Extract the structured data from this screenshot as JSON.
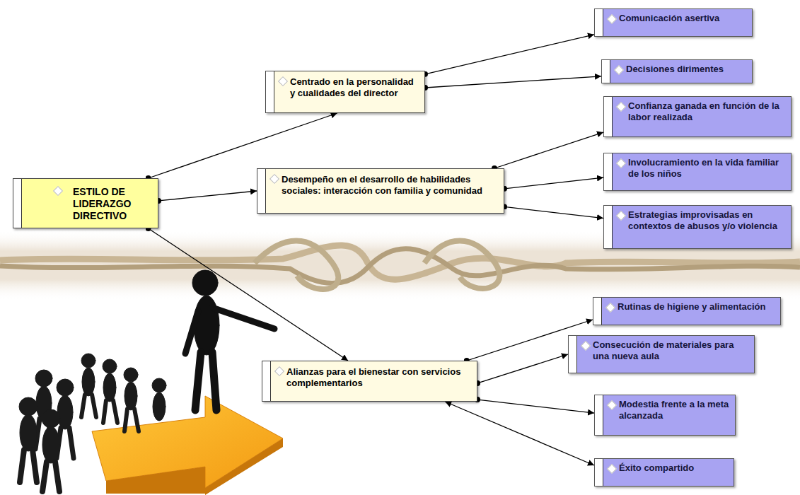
{
  "diagram": {
    "nodes": [
      {
        "text": [
          "ESTILO DE LIDERAZGO DIRECTIVO"
        ]
      },
      {
        "text": [
          "Centrado en la personalidad y cualidades del director"
        ]
      },
      {
        "text": [
          "Comunicación asertiva"
        ]
      },
      {
        "text": [
          "Decisiones dirimentes"
        ]
      },
      {
        "text": [
          "Desempeño en el desarrollo de habilidades sociales: interacción con familia y comunidad"
        ]
      },
      {
        "text": [
          "Confianza ganada en función de la labor realizada"
        ]
      },
      {
        "text": [
          "Involucramiento en la vida familiar de los niños"
        ]
      },
      {
        "text": [
          "Estrategias improvisadas en contextos de abusos y/o violencia"
        ]
      },
      {
        "text": [
          "Alianzas para el bienestar con servicios complementarios"
        ]
      },
      {
        "text": [
          "Rutinas de higiene y alimentación"
        ]
      },
      {
        "text": [
          "Consecución de materiales para una nueva aula"
        ]
      },
      {
        "text": [
          "Modestia frente a la meta alcanzada"
        ]
      },
      {
        "text": [
          "Éxito compartido"
        ]
      }
    ],
    "edges": [
      {
        "from": 0,
        "to": 1,
        "arrow": "to"
      },
      {
        "from": 0,
        "to": 4,
        "arrow": "to"
      },
      {
        "from": 0,
        "to": 8,
        "arrow": "to"
      },
      {
        "from": 1,
        "to": 2,
        "arrow": "to"
      },
      {
        "from": 1,
        "to": 3,
        "arrow": "to"
      },
      {
        "from": 4,
        "to": 5,
        "arrow": "to"
      },
      {
        "from": 4,
        "to": 6,
        "arrow": "to"
      },
      {
        "from": 4,
        "to": 7,
        "arrow": "to"
      },
      {
        "from": 8,
        "to": 9,
        "arrow": "to"
      },
      {
        "from": 8,
        "to": 10,
        "arrow": "to"
      },
      {
        "from": 8,
        "to": 11,
        "arrow": "to"
      },
      {
        "from": 8,
        "to": 12,
        "arrow": "both"
      }
    ]
  }
}
